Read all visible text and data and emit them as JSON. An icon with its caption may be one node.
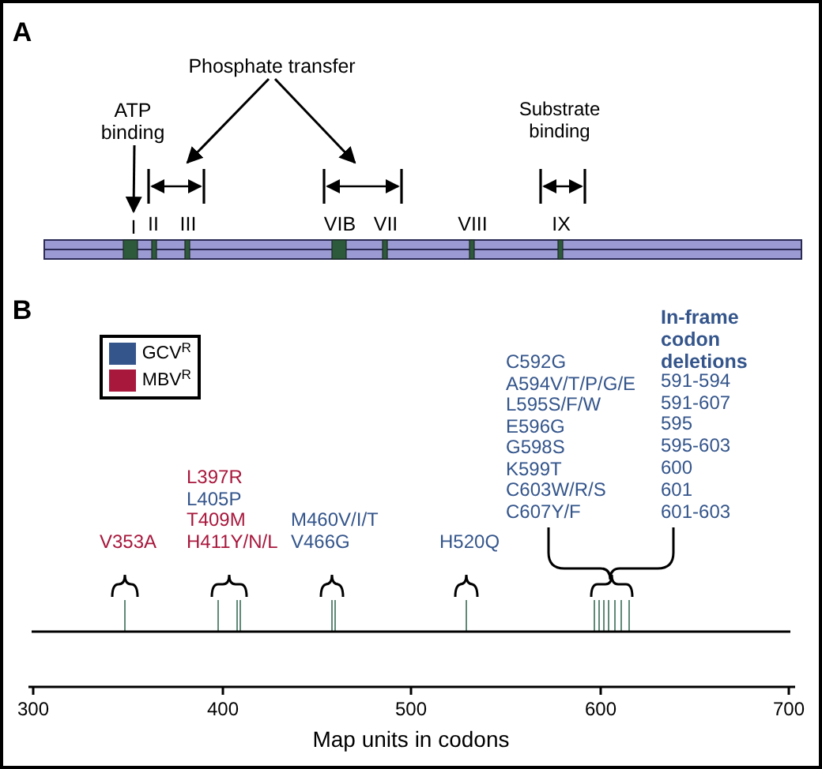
{
  "diagram": {
    "nodes": [
      {
        "text": [
          "Phosphate transfer"
        ]
      },
      {
        "text": [
          "ATP binding"
        ]
      },
      {
        "text": [],
        "shape": "bar"
      },
      {
        "text": [],
        "shape": "bar"
      },
      {
        "text": [],
        "shape": "bar"
      },
      {
        "text": [
          "I"
        ]
      }
    ],
    "edges": [
      {
        "from": 1,
        "to": 5,
        "arrow": "to"
      },
      {
        "from": 0,
        "to": 2,
        "arrow": "to"
      },
      {
        "from": 0,
        "to": 3,
        "arrow": "to"
      }
    ],
    "labels": [
      "A",
      "Substrate binding",
      "II",
      "III",
      "VIB",
      "VII",
      "VIII",
      "IX",
      "B",
      "V353A",
      "L397R",
      "L405P",
      "T409M",
      "H411Y/N/L",
      "M460V/I/T",
      "V466G",
      "H520Q",
      "C592G",
      "A594V/T/P/G/E",
      "L595S/F/W",
      "E596G",
      "G598S",
      "K599T",
      "C603W/R/S",
      "C607Y/F",
      "In-frame codon deletions",
      "591-594",
      "591-607",
      "595",
      "595-603",
      "600",
      "601",
      "601-603",
      "300",
      "400",
      "500",
      "600",
      "700",
      "Map units in codons"
    ],
    "legend": [
      {
        "text": "GCV$^{R}$",
        "color": "#34558b"
      },
      {
        "text": "MBV$^{R}$",
        "color": "#a8173c"
      }
    ]
  }
}
